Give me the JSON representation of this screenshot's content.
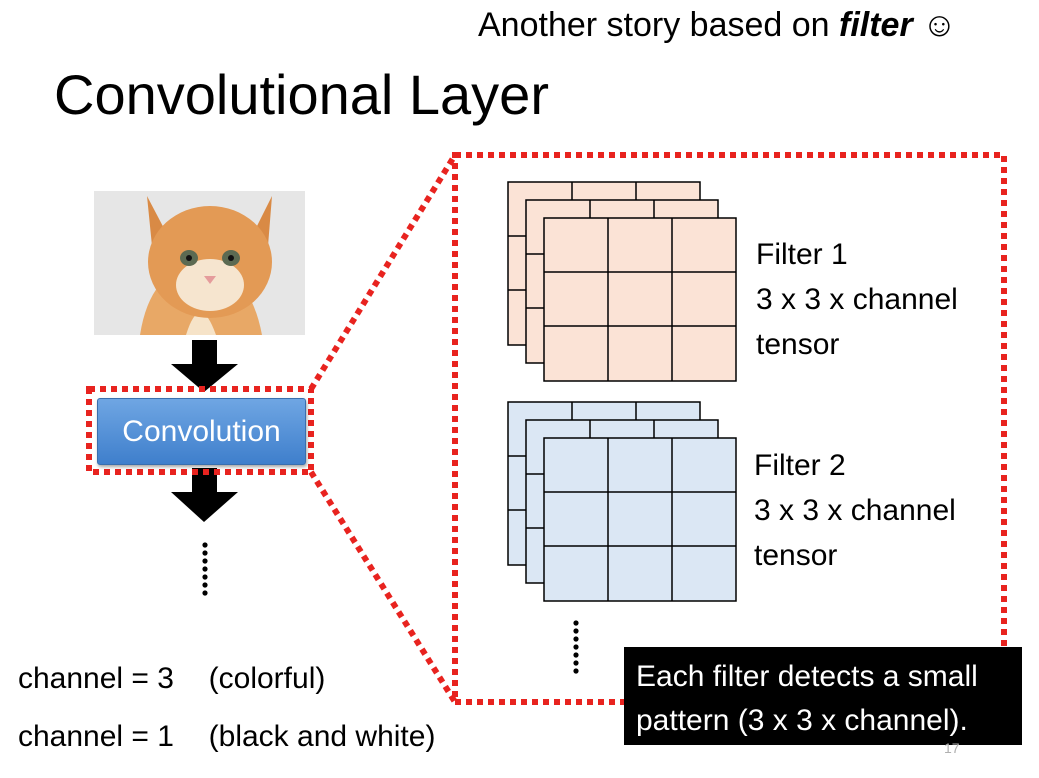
{
  "header": {
    "top_note_prefix": "Another story based on ",
    "top_note_emph": "filter",
    "top_note_icon": "☺",
    "title": "Convolutional Layer"
  },
  "input": {
    "image": "kitten-photo",
    "layer_label": "Convolution",
    "ellipsis": "⋮"
  },
  "filters": [
    {
      "name": "Filter 1",
      "shape": "3 x 3 x channel",
      "kind": "tensor",
      "color": "#fbe3d6"
    },
    {
      "name": "Filter 2",
      "shape": "3 x 3 x channel",
      "kind": "tensor",
      "color": "#dbe7f4"
    }
  ],
  "channels": [
    {
      "label": "channel = 3",
      "desc": "(colorful)"
    },
    {
      "label": "channel = 1",
      "desc": "(black and white)"
    }
  ],
  "callout": {
    "line1": "Each filter detects a small",
    "line2": "pattern (3 x 3 x channel)."
  },
  "page_number": "17",
  "colors": {
    "dash": "#e8231f",
    "conv": "#4a8ad4"
  }
}
